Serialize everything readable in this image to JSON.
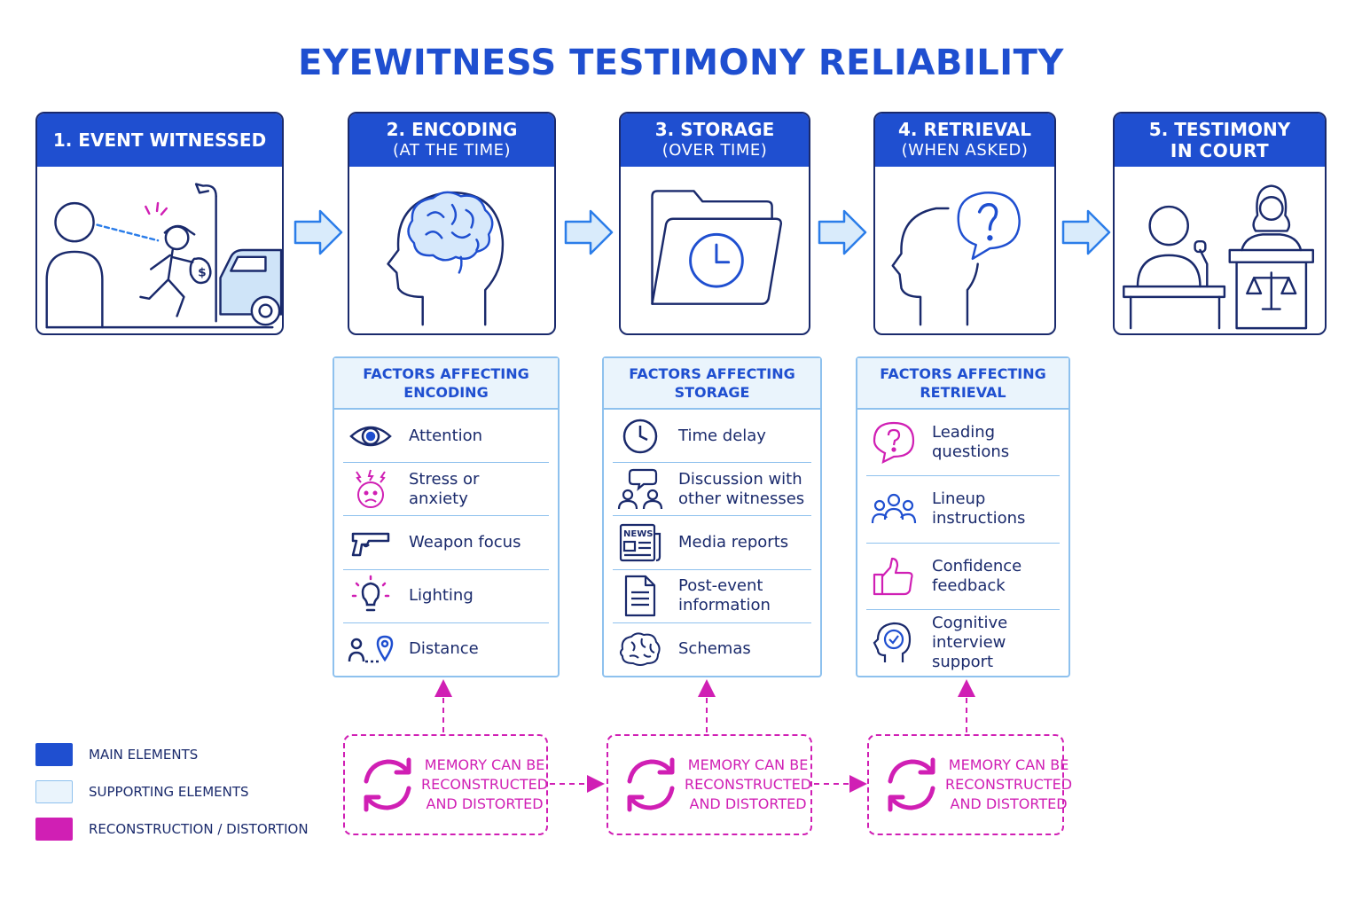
{
  "title": "EYEWITNESS TESTIMONY RELIABILITY",
  "colors": {
    "main": "#1f4fd0",
    "supporting": "#eaf4fc",
    "distortion": "#d01fb4",
    "dark": "#1a2a6c"
  },
  "stages": [
    {
      "title": "1. EVENT WITNESSED",
      "sub": "",
      "icon": "witness-robbery-scene-icon"
    },
    {
      "title": "2. ENCODING",
      "sub": "(AT THE TIME)",
      "icon": "brain-head-icon"
    },
    {
      "title": "3. STORAGE",
      "sub": "(OVER TIME)",
      "icon": "folder-clock-icon"
    },
    {
      "title": "4. RETRIEVAL",
      "sub": "(WHEN ASKED)",
      "icon": "head-question-icon"
    },
    {
      "title": "5. TESTIMONY",
      "sub": "IN COURT",
      "icon": "courtroom-icon"
    }
  ],
  "factor_groups": [
    {
      "title": "FACTORS AFFECTING\nENCODING",
      "items": [
        {
          "label": "Attention",
          "icon": "eye-icon"
        },
        {
          "label": "Stress or\nanxiety",
          "icon": "stressed-face-icon"
        },
        {
          "label": "Weapon focus",
          "icon": "gun-icon"
        },
        {
          "label": "Lighting",
          "icon": "lightbulb-icon"
        },
        {
          "label": "Distance",
          "icon": "distance-pin-icon"
        }
      ]
    },
    {
      "title": "FACTORS AFFECTING\nSTORAGE",
      "items": [
        {
          "label": "Time delay",
          "icon": "clock-icon"
        },
        {
          "label": "Discussion with\nother witnesses",
          "icon": "discussion-icon"
        },
        {
          "label": "Media reports",
          "icon": "newspaper-icon"
        },
        {
          "label": "Post-event\ninformation",
          "icon": "document-icon"
        },
        {
          "label": "Schemas",
          "icon": "brain-icon"
        }
      ]
    },
    {
      "title": "FACTORS AFFECTING\nRETRIEVAL",
      "items": [
        {
          "label": "Leading\nquestions",
          "icon": "question-bubble-icon"
        },
        {
          "label": "Lineup\ninstructions",
          "icon": "lineup-icon"
        },
        {
          "label": "Confidence\nfeedback",
          "icon": "thumbs-up-icon"
        },
        {
          "label": "Cognitive\ninterview support",
          "icon": "head-check-icon"
        }
      ]
    }
  ],
  "distortion_label": "MEMORY CAN BE\nRECONSTRUCTED\nAND DISTORTED",
  "legend": [
    {
      "label": "MAIN ELEMENTS",
      "color": "#1f4fd0"
    },
    {
      "label": "SUPPORTING ELEMENTS",
      "color": "#eaf4fc"
    },
    {
      "label": "RECONSTRUCTION / DISTORTION",
      "color": "#d01fb4"
    }
  ]
}
